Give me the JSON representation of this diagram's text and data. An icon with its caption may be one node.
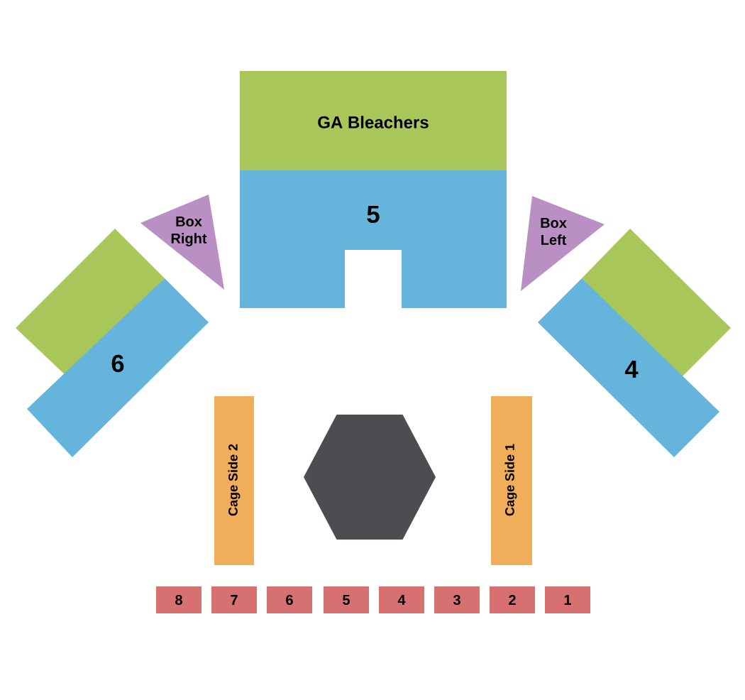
{
  "diagram": {
    "nodes": [
      {
        "text": [
          "GA Bleachers"
        ]
      },
      {
        "text": [
          "Box Right"
        ]
      },
      {
        "text": [
          "5"
        ]
      },
      {
        "text": [
          "Box Left"
        ]
      },
      {
        "text": [],
        "shape": "box"
      },
      {
        "text": [
          "6"
        ]
      },
      {
        "text": [],
        "shape": "box"
      },
      {
        "text": [
          "4"
        ]
      },
      {
        "text": [
          "Cage Side 2"
        ]
      },
      {
        "text": [],
        "shape": "hexagon"
      },
      {
        "text": [
          "Cage Side 1"
        ]
      },
      {
        "text": [
          "8"
        ]
      },
      {
        "text": [
          "7"
        ]
      },
      {
        "text": [
          "6"
        ]
      },
      {
        "text": [
          "5"
        ]
      },
      {
        "text": [
          "4"
        ]
      },
      {
        "text": [
          "3"
        ]
      },
      {
        "text": [
          "2"
        ]
      },
      {
        "text": [
          "1"
        ]
      }
    ]
  }
}
